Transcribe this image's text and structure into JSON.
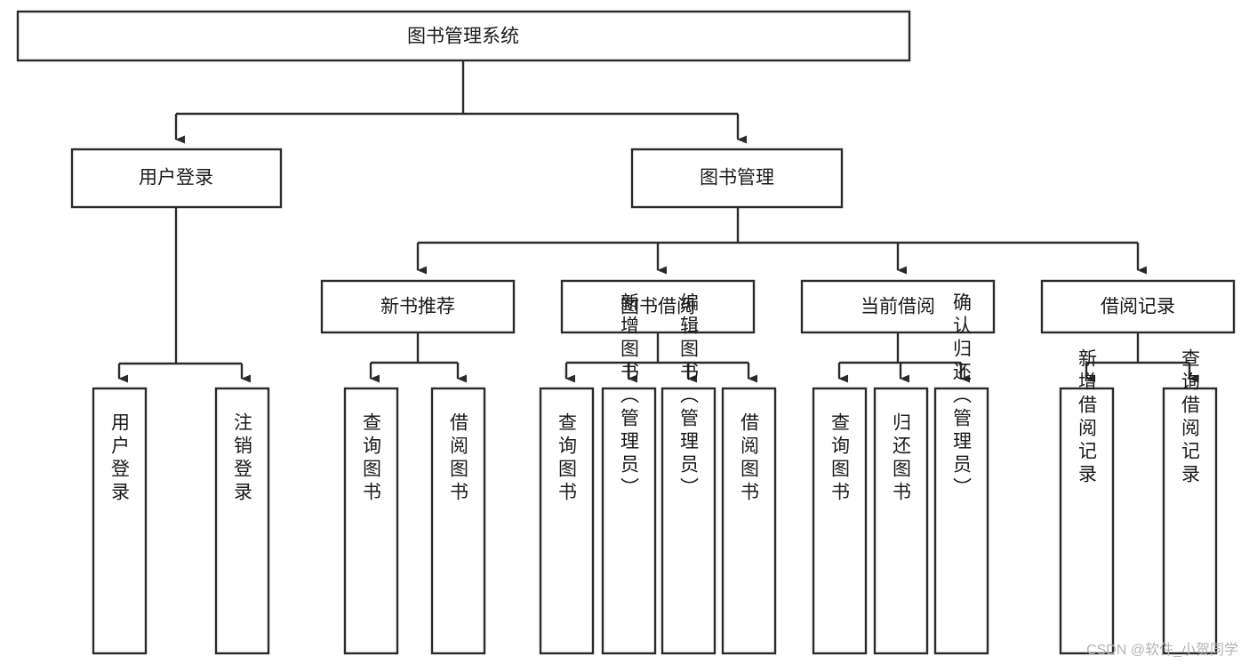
{
  "diagram": {
    "title": "图书管理系统",
    "type": "tree-hierarchy",
    "watermark": "CSDN @软件_小贺同学",
    "colors": {
      "stroke": "#2b2b2b",
      "fill": "#ffffff",
      "text": "#1a1a1a",
      "watermark": "#b4b4b4"
    },
    "levels": {
      "root": {
        "label": "图书管理系统"
      },
      "level2": [
        {
          "id": "user-login",
          "label": "用户登录"
        },
        {
          "id": "book-management",
          "label": "图书管理"
        }
      ],
      "level3": [
        {
          "id": "new-book-recommend",
          "label": "新书推荐"
        },
        {
          "id": "book-borrow",
          "label": "图书借阅"
        },
        {
          "id": "current-borrow",
          "label": "当前借阅"
        },
        {
          "id": "borrow-record",
          "label": "借阅记录"
        }
      ],
      "leaves": [
        {
          "id": "leaf-user-login",
          "label": "用户登录",
          "parent": "user-login"
        },
        {
          "id": "leaf-logout-login",
          "label": "注销登录",
          "parent": "user-login"
        },
        {
          "id": "leaf-query-book-1",
          "label": "查询图书",
          "parent": "new-book-recommend"
        },
        {
          "id": "leaf-borrow-book-1",
          "label": "借阅图书",
          "parent": "new-book-recommend"
        },
        {
          "id": "leaf-query-book-2",
          "label": "查询图书",
          "parent": "book-borrow"
        },
        {
          "id": "leaf-add-book",
          "label": "新增图书（管理员）",
          "parent": "book-borrow"
        },
        {
          "id": "leaf-edit-book",
          "label": "编辑图书（管理员）",
          "parent": "book-borrow"
        },
        {
          "id": "leaf-borrow-book-2",
          "label": "借阅图书",
          "parent": "book-borrow"
        },
        {
          "id": "leaf-query-book-3",
          "label": "查询图书",
          "parent": "current-borrow"
        },
        {
          "id": "leaf-return-book",
          "label": "归还图书",
          "parent": "current-borrow"
        },
        {
          "id": "leaf-confirm-return",
          "label": "确认归还（管理员）",
          "parent": "current-borrow"
        },
        {
          "id": "leaf-add-record",
          "label": "新增借阅记录",
          "parent": "borrow-record"
        },
        {
          "id": "leaf-query-record",
          "label": "查询借阅记录",
          "parent": "borrow-record"
        }
      ]
    }
  }
}
